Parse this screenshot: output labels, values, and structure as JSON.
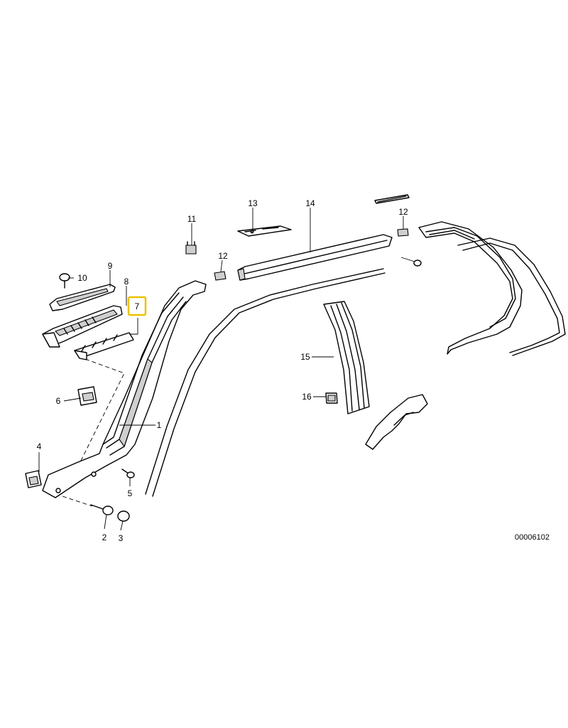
{
  "diagram_code": "00006102",
  "highlight_color": "#e8c200",
  "callouts": {
    "c1": "1",
    "c2": "2",
    "c3": "3",
    "c4": "4",
    "c5": "5",
    "c6": "6",
    "c7": "7",
    "c8": "8",
    "c9": "9",
    "c10": "10",
    "c11": "11",
    "c12a": "12",
    "c12b": "12",
    "c13": "13",
    "c14": "14",
    "c15": "15",
    "c16": "16"
  },
  "highlighted_callout": "7"
}
